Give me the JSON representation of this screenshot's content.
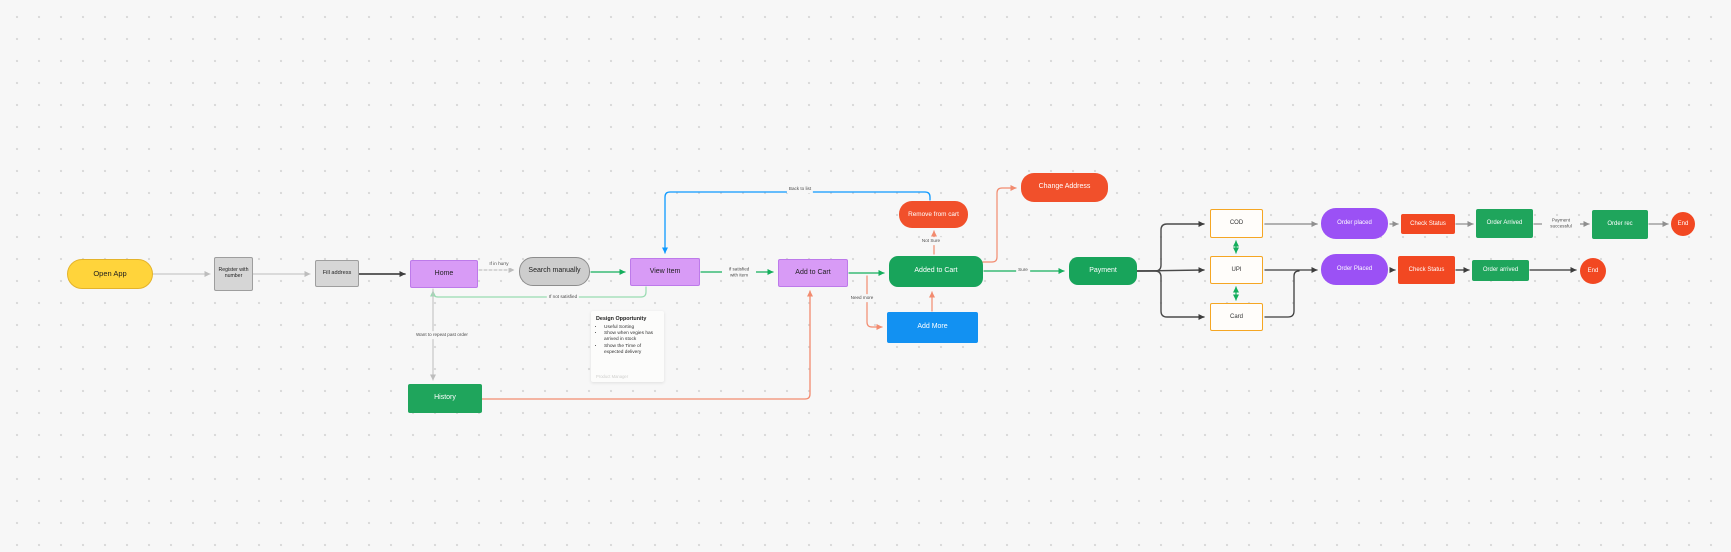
{
  "canvas": {
    "background": "#f7f7f7",
    "dot_color": "#d9d9d9"
  },
  "colors": {
    "yellow_node": "#FFD43B",
    "gray_node": "#d6d6d6",
    "light_purple_node": "#d89bf6",
    "green_node": "#1fa55c",
    "red_node": "#f24822",
    "purple_pill_node": "#9b51f5",
    "orange_outline": "#f5a623",
    "blue_node": "#1291f2",
    "green_arrow": "#14ae5c",
    "light_green_arrow": "#98dbb1",
    "blue_arrow": "#0d99ff",
    "salmon_arrow": "#f28b6f",
    "gray_arrow": "#bdbdbd",
    "dark_arrow": "#3d3d3d"
  },
  "nodes": {
    "open_app": {
      "label": "Open App"
    },
    "register": {
      "label": "Register with number"
    },
    "fill_address": {
      "label": "Fill address"
    },
    "home": {
      "label": "Home"
    },
    "search_manually": {
      "label": "Search manually"
    },
    "view_item": {
      "label": "View Item"
    },
    "add_to_cart": {
      "label": "Add to Cart"
    },
    "added_to_cart": {
      "label": "Added to Cart"
    },
    "remove_from_cart": {
      "label": "Remove from cart"
    },
    "change_address": {
      "label": "Change Address"
    },
    "payment": {
      "label": "Payment"
    },
    "add_more": {
      "label": "Add More"
    },
    "history": {
      "label": "History"
    },
    "cod": {
      "label": "COD"
    },
    "upi": {
      "label": "UPI"
    },
    "card": {
      "label": "Card"
    },
    "order_placed_top": {
      "label": "Order placed"
    },
    "check_status_top": {
      "label": "Check Status"
    },
    "order_arrived_top": {
      "label": "Order Arrived"
    },
    "order_rec": {
      "label": "Order rec"
    },
    "end_top": {
      "label": "End"
    },
    "order_placed_bottom": {
      "label": "Order Placed"
    },
    "check_status_bottom": {
      "label": "Check Status"
    },
    "order_arrived_bottom": {
      "label": "Order arrived"
    },
    "end_bottom": {
      "label": "End"
    }
  },
  "edge_labels": {
    "if_in_hurry": "If in hurry",
    "if_not_satisfied": "If not satisfied",
    "if_satisfied_with_item": "If satisfied with item",
    "back_to_list": "Back to list",
    "not_sure": "Not Sure",
    "sure": "Sure",
    "need_more": "Need more",
    "want_to_repeat": "Want to repeat past order",
    "payment_successful": "Payment successful"
  },
  "note": {
    "title": "Design Opportunity",
    "bullets": [
      "Useful Sorting",
      "Show when vegies has arrived in stock",
      "Show the Time of expected delivery"
    ],
    "footer": "Product Manager"
  }
}
